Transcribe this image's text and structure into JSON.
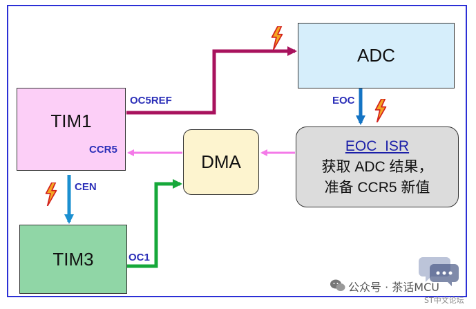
{
  "blocks": {
    "tim1": "TIM1",
    "adc": "ADC",
    "dma": "DMA",
    "tim3": "TIM3",
    "isr": {
      "title": "EOC_ISR",
      "line1": "获取 ADC 结果，",
      "line2": "准备 CCR5 新值"
    }
  },
  "signals": {
    "oc5ref": "OC5REF",
    "ccr5": "CCR5",
    "cen": "CEN",
    "eoc": "EOC",
    "oc1": "OC1"
  },
  "watermark": {
    "text": "公众号 · 茶话MCU",
    "sub": "ST中文论坛"
  },
  "colors": {
    "frame": "#2b2fd6",
    "oc5ref_wire": "#a8125d",
    "dma_wire": "#f47ae8",
    "cen_wire": "#1b8fd0",
    "eoc_wire": "#1474c4",
    "oc1_wire": "#16a83a",
    "lightning": "#f5a623"
  }
}
